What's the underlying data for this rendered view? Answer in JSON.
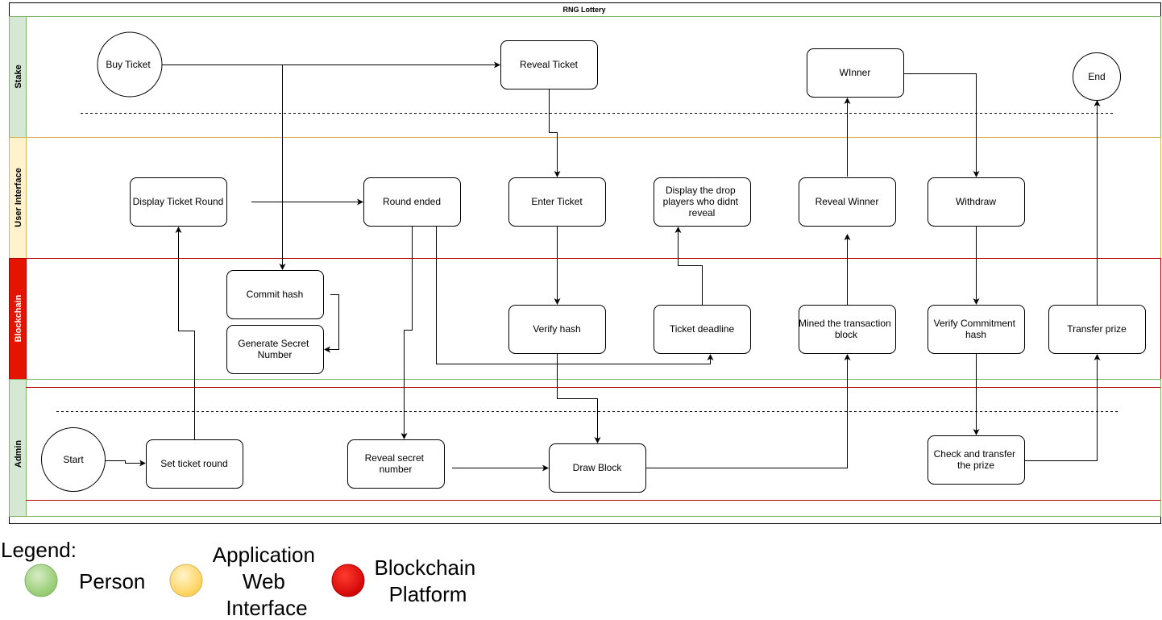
{
  "title": "RNG Lottery",
  "lanes": [
    {
      "id": "stake",
      "label": "Stake"
    },
    {
      "id": "ui",
      "label": "User Interface"
    },
    {
      "id": "blockchain",
      "label": "Blockchain"
    },
    {
      "id": "admin",
      "label": "Admin"
    }
  ],
  "nodes": {
    "buy_ticket": "Buy Ticket",
    "reveal_ticket": "Reveal Ticket",
    "winner": "WInner",
    "end": "End",
    "display_ticket_round": "Display Ticket Round",
    "round_ended": "Round ended",
    "enter_ticket": "Enter Ticket",
    "display_drop": [
      "Display the drop",
      "players who didnt",
      "reveal"
    ],
    "reveal_winner": "Reveal Winner",
    "withdraw": "Withdraw",
    "commit_hash": "Commit hash",
    "generate_secret": [
      "Generate Secret",
      "Number"
    ],
    "verify_hash": "Verify hash",
    "ticket_deadline": "Ticket deadline",
    "mined_block": [
      "Mined the transaction",
      "block"
    ],
    "verify_commitment": [
      "Verify Commitment",
      "hash"
    ],
    "transfer_prize": "Transfer prize",
    "start": "Start",
    "set_ticket_round": "Set ticket round",
    "reveal_secret": [
      "Reveal secret",
      "number"
    ],
    "draw_block": "Draw Block",
    "check_transfer": [
      "Check and transfer",
      "the prize"
    ]
  },
  "legend": {
    "label": "Legend:",
    "items": [
      {
        "id": "person",
        "lines": [
          "Person"
        ],
        "color": "#a9d18e"
      },
      {
        "id": "app",
        "lines": [
          "Application",
          "Web",
          "Interface"
        ],
        "color": "#ffd966"
      },
      {
        "id": "blockchain",
        "lines": [
          "Blockchain",
          "Platform"
        ],
        "color": "#e31a1c"
      }
    ]
  },
  "colors": {
    "stake_lane": "#d5e8d4",
    "stake_border": "#82b366",
    "ui_lane": "#fff2cc",
    "ui_border": "#d6b656",
    "chain_lane": "#e51400",
    "chain_border": "#b20000",
    "admin_lane": "#d5e8d4",
    "admin_border": "#82b366"
  }
}
